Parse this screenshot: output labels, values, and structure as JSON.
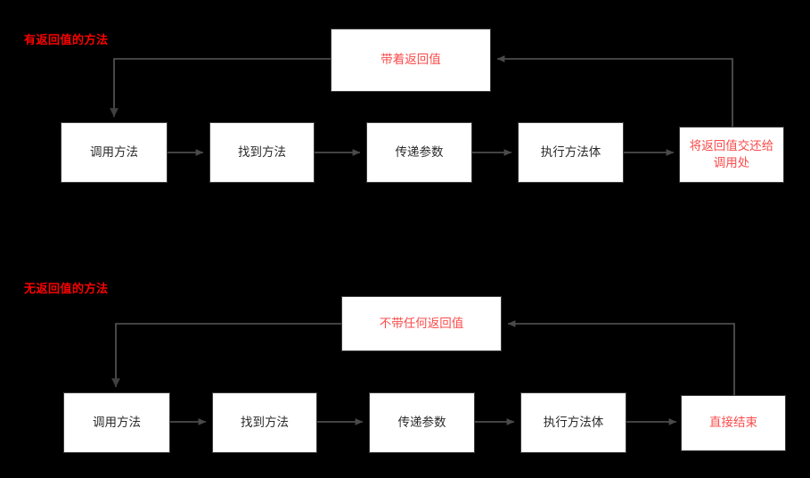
{
  "diagram": {
    "background_color": "#000000",
    "node_fill": "#ffffff",
    "node_border": "#3a3a3a",
    "wire_color": "#595959",
    "title_color": "#ff0000",
    "red_text_color": "#fb4b4b",
    "dark_text_color": "#2b2b2b"
  },
  "sections": [
    {
      "id": "with-return",
      "title": "有返回值的方法",
      "return_box": {
        "label": "带着返回值"
      },
      "steps": [
        {
          "label": "调用方法"
        },
        {
          "label": "找到方法"
        },
        {
          "label": "传递参数"
        },
        {
          "label": "执行方法体"
        },
        {
          "label": "将返回值交还给\n调用处"
        }
      ]
    },
    {
      "id": "no-return",
      "title": "无返回值的方法",
      "return_box": {
        "label": "不带任何返回值"
      },
      "steps": [
        {
          "label": "调用方法"
        },
        {
          "label": "找到方法"
        },
        {
          "label": "传递参数"
        },
        {
          "label": "执行方法体"
        },
        {
          "label": "直接结束"
        }
      ]
    }
  ]
}
